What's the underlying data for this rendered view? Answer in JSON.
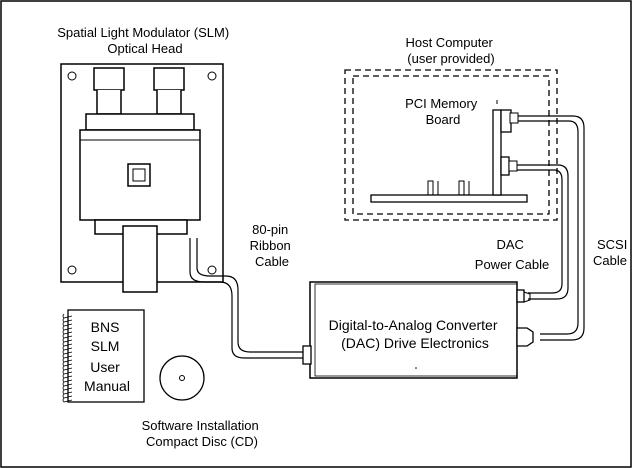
{
  "labels": {
    "slm_head": [
      "Spatial Light Modulator (SLM)",
      "Optical Head"
    ],
    "host": [
      "Host Computer",
      "(user provided)"
    ],
    "pci": [
      "PCI Memory",
      "Board"
    ],
    "ribbon": [
      "80-pin",
      "Ribbon",
      "Cable"
    ],
    "dac_power": [
      "DAC",
      "Power Cable"
    ],
    "scsi": [
      "SCSI",
      "Cable"
    ],
    "dac": [
      "Digital-to-Analog Converter",
      "(DAC) Drive Electronics"
    ],
    "manual": [
      "BNS",
      "SLM",
      "User",
      "Manual"
    ],
    "cd": [
      "Software Installation",
      "Compact Disc (CD)"
    ]
  },
  "colors": {
    "line": "#000000",
    "background": "#ffffff"
  }
}
